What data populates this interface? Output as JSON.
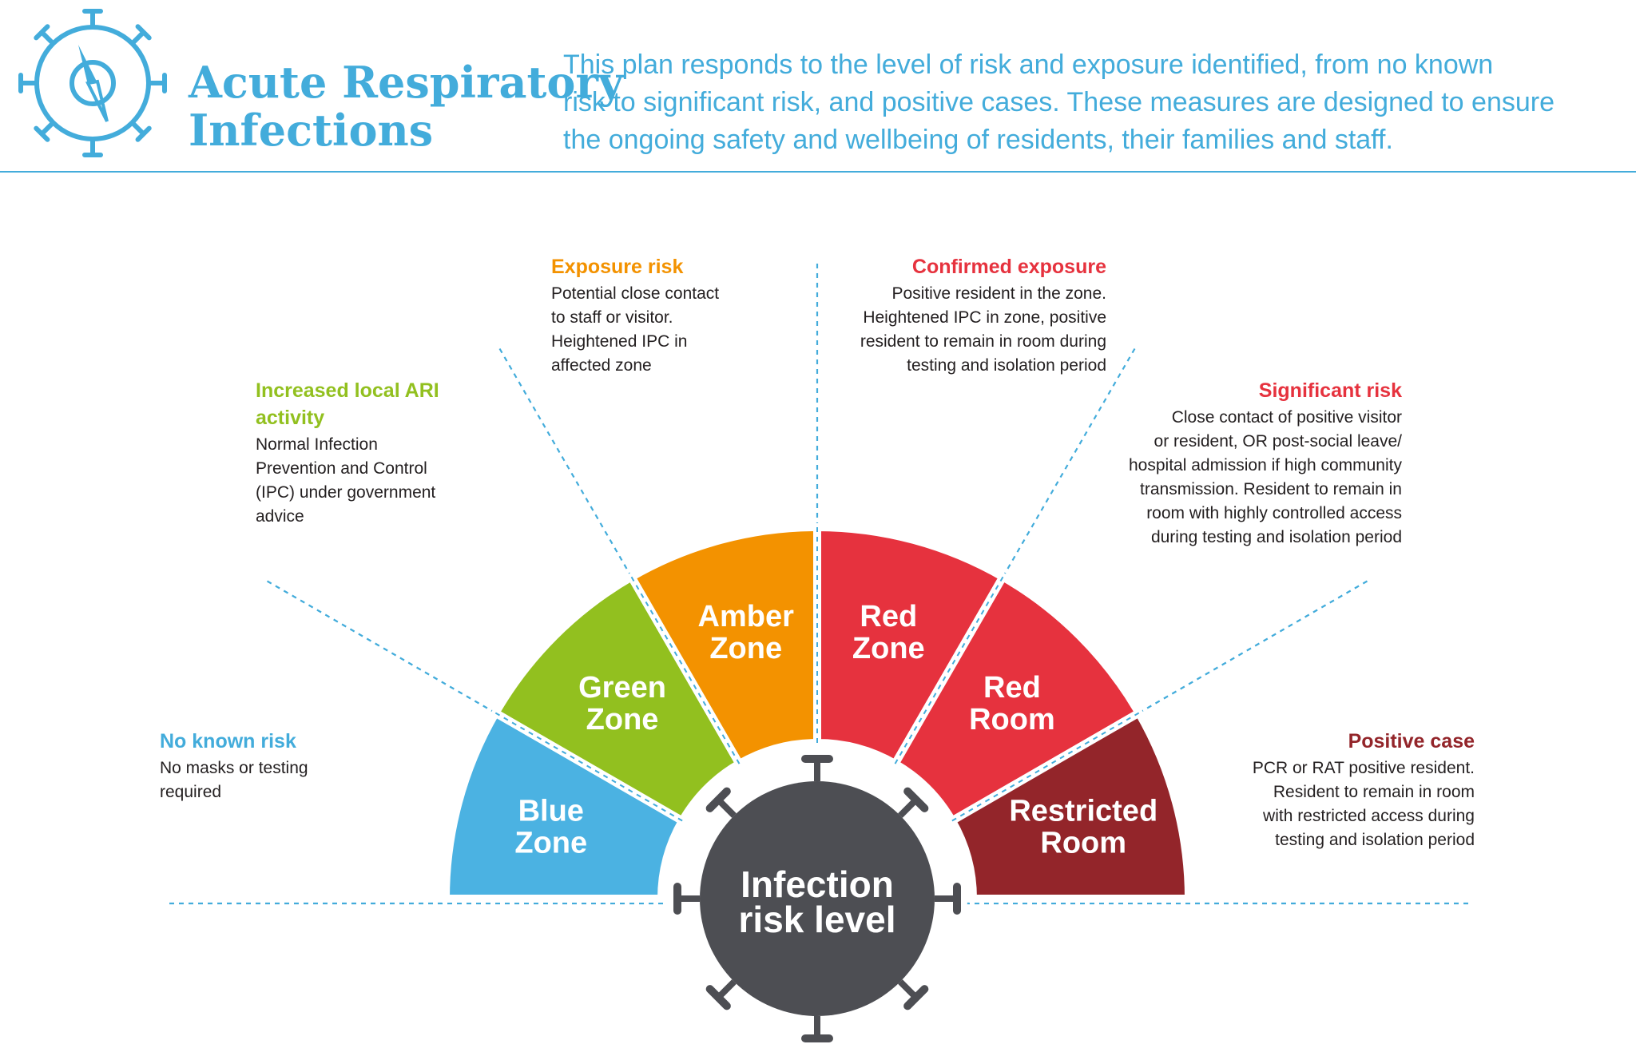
{
  "colors": {
    "accent": "#43ACDB",
    "blue": "#4BB2E2",
    "green": "#92C01F",
    "amber": "#F39200",
    "red": "#E6323E",
    "dark_red": "#93252A",
    "hub": "#4D4E53",
    "text": "#231F20"
  },
  "header": {
    "logo_icon": "compass-icon",
    "title_lines": [
      "Acute Respiratory",
      "Infections"
    ],
    "intro_lines": [
      "This plan responds to the level of risk and exposure identified, from no known",
      "risk to significant risk, and positive cases. These measures are designed to ensure",
      "the ongoing safety and wellbeing of residents, their families and staff."
    ]
  },
  "hub": {
    "icon": "virus-icon",
    "label_lines": [
      "Infection",
      "risk level"
    ]
  },
  "zones": [
    {
      "id": "blue",
      "label_lines": [
        "Blue",
        "Zone"
      ],
      "color": "#4BB2E2",
      "title_lines": [
        "No known risk"
      ],
      "title_color": "#43ACDB",
      "desc_lines": [
        "No masks or testing",
        "required"
      ]
    },
    {
      "id": "green",
      "label_lines": [
        "Green",
        "Zone"
      ],
      "color": "#92C01F",
      "title_lines": [
        "Increased local ARI",
        "activity"
      ],
      "title_color": "#92C01F",
      "desc_lines": [
        "Normal Infection",
        "Prevention and Control",
        "(IPC) under government",
        "advice"
      ]
    },
    {
      "id": "amber",
      "label_lines": [
        "Amber",
        "Zone"
      ],
      "color": "#F39200",
      "title_lines": [
        "Exposure risk"
      ],
      "title_color": "#F39200",
      "desc_lines": [
        "Potential close contact",
        "to staff or visitor.",
        "Heightened IPC in",
        "affected zone"
      ]
    },
    {
      "id": "red-zone",
      "label_lines": [
        "Red",
        "Zone"
      ],
      "color": "#E6323E",
      "title_lines": [
        "Confirmed exposure"
      ],
      "title_color": "#E6323E",
      "desc_lines": [
        "Positive resident in the zone.",
        "Heightened IPC in zone, positive",
        "resident to remain in room during",
        "testing and isolation period"
      ]
    },
    {
      "id": "red-room",
      "label_lines": [
        "Red",
        "Room"
      ],
      "color": "#E6323E",
      "title_lines": [
        "Significant risk"
      ],
      "title_color": "#E6323E",
      "desc_lines": [
        "Close contact of positive visitor",
        "or resident, OR post-social leave/",
        "hospital admission if high community",
        "transmission. Resident to remain in",
        "room with highly controlled access",
        "during testing and isolation period"
      ]
    },
    {
      "id": "restricted",
      "label_lines": [
        "Restricted",
        "Room"
      ],
      "color": "#93252A",
      "title_lines": [
        "Positive case"
      ],
      "title_color": "#93252A",
      "desc_lines": [
        "PCR or RAT positive resident.",
        "Resident to remain in room",
        "with restricted access during",
        "testing and isolation period"
      ]
    }
  ]
}
